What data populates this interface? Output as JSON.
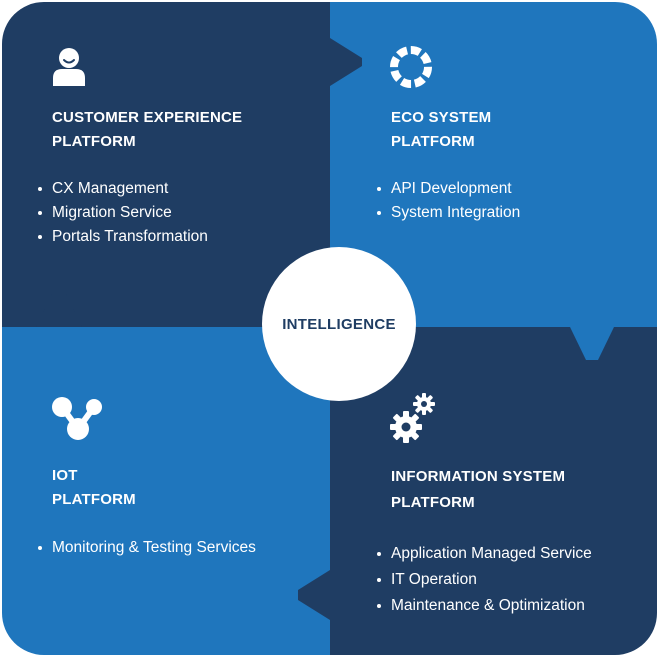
{
  "colors": {
    "dark_blue": "#1f3d63",
    "bright_blue": "#1f76bd",
    "white": "#ffffff"
  },
  "center": {
    "label": "INTELLIGENCE"
  },
  "quadrants": [
    {
      "id": "customer-experience",
      "icon": "user-icon",
      "title_line1": "CUSTOMER EXPERIENCE",
      "title_line2": "PLATFORM",
      "items": [
        "CX Management",
        "Migration Service",
        "Portals Transformation"
      ]
    },
    {
      "id": "eco-system",
      "icon": "ring-icon",
      "title_line1": "ECO SYSTEM",
      "title_line2": "PLATFORM",
      "items": [
        "API Development",
        "System Integration"
      ]
    },
    {
      "id": "iot",
      "icon": "molecule-icon",
      "title_line1": "IOT",
      "title_line2": "PLATFORM",
      "items": [
        "Monitoring & Testing Services"
      ]
    },
    {
      "id": "information-system",
      "icon": "gears-icon",
      "title_line1": "INFORMATION SYSTEM",
      "title_line2": "PLATFORM",
      "items": [
        "Application Managed Service",
        "IT Operation",
        "Maintenance & Optimization"
      ]
    }
  ]
}
